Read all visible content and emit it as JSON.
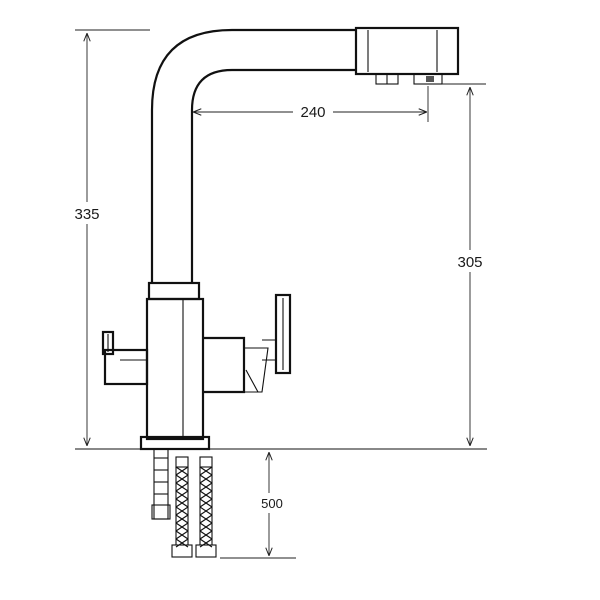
{
  "dimensions": {
    "total_height": "335",
    "spout_height": "305",
    "spout_reach": "240",
    "hose_length": "500"
  }
}
